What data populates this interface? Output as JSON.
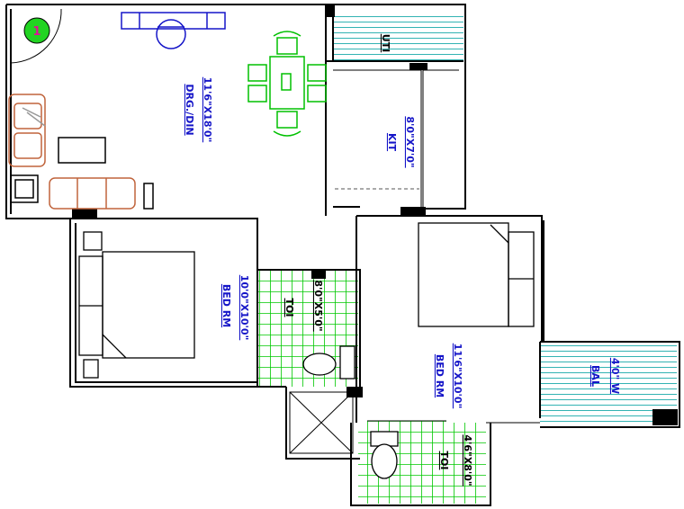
{
  "floor_plan": {
    "unit_badge": "1",
    "rooms": {
      "drawing_dining": {
        "name": "DRG./DIN",
        "size": "11'6\"X18'0\""
      },
      "kitchen": {
        "name": "KIT",
        "size": "8'0\"X7'0\""
      },
      "bedroom_1": {
        "name": "BED RM",
        "size": "10'0\"X10'0\""
      },
      "toilet_1": {
        "name": "TOI",
        "size": "8'0\"X5'0\""
      },
      "bedroom_2": {
        "name": "BED RM",
        "size": "11'6\"X10'0\""
      },
      "toilet_2": {
        "name": "TOI",
        "size": "4'6\"X8'0\""
      },
      "balcony": {
        "name": "BAL",
        "size": "4'0\" W"
      },
      "utility": {
        "name": "UTI"
      }
    },
    "colors": {
      "wall": "#000000",
      "label": "#1515c8",
      "badge_fill": "#22d422",
      "badge_text": "#e0109a",
      "dining_furniture": "#00c000",
      "sofa": "#c0643c",
      "desk": "#1515c8",
      "toilet_tile": "#00c800",
      "balcony_hatch": "#00a0a0"
    }
  }
}
